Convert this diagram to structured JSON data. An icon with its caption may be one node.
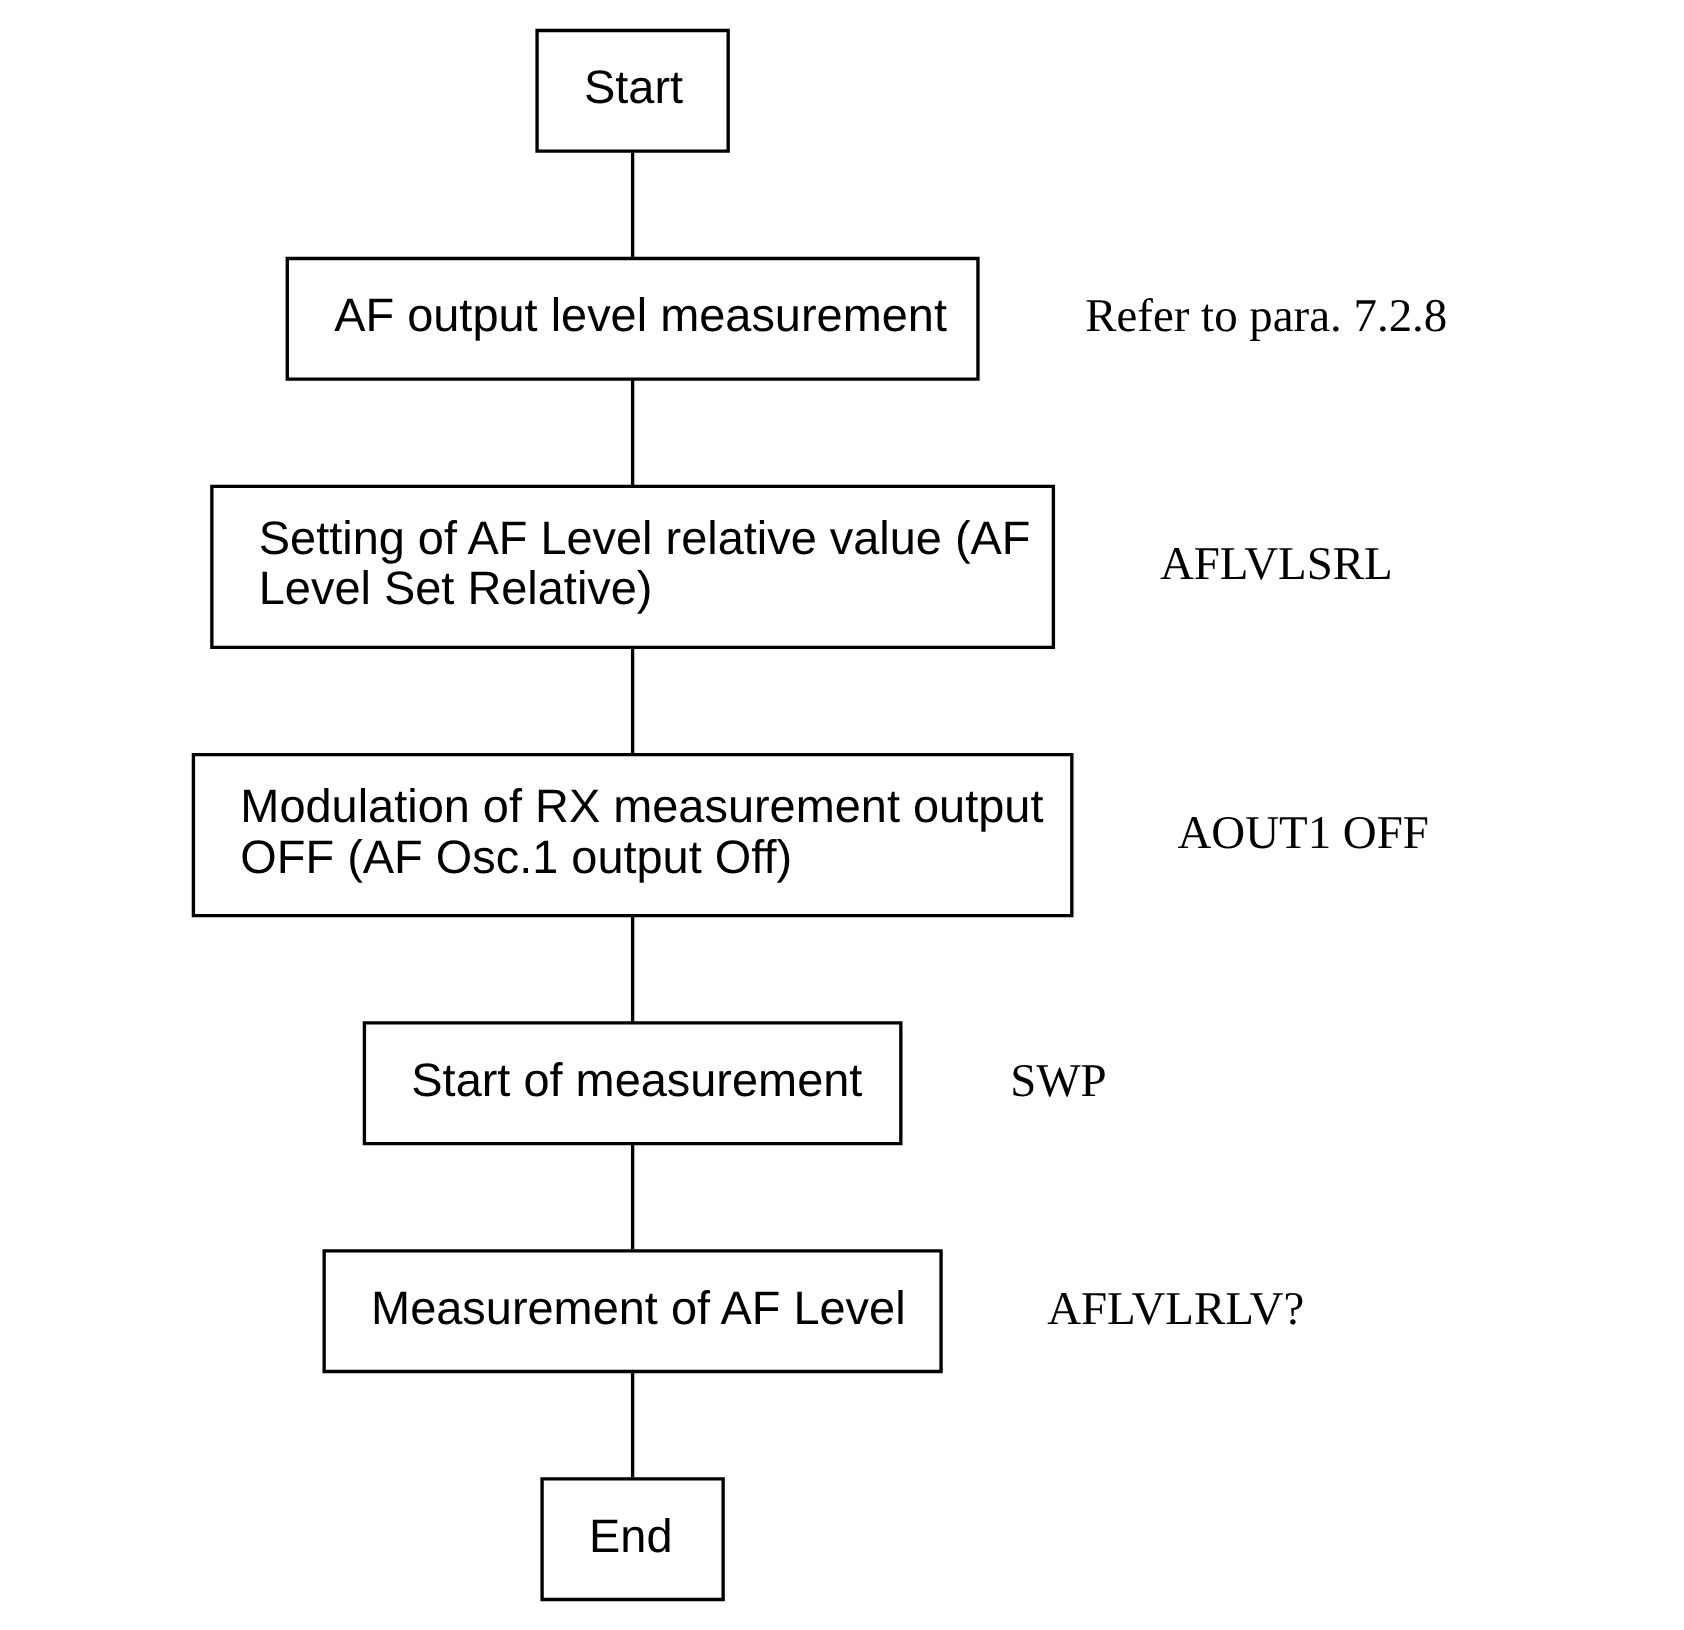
{
  "diagram": {
    "nodes": [
      {
        "text": [
          "Start"
        ]
      },
      {
        "text": [
          "AF output level measurement"
        ],
        "beside": [
          "Refer to para. 7.2.8"
        ]
      },
      {
        "text": [
          "Setting of AF Level relative value (AF Level Set Relative)"
        ],
        "beside": [
          "AFLVLSRL"
        ]
      },
      {
        "text": [
          "Modulation of RX measurement output OFF (AF Osc.1 output Off)"
        ],
        "beside": [
          "AOUT1 OFF"
        ]
      },
      {
        "text": [
          "Start of measurement"
        ],
        "beside": [
          "SWP"
        ]
      },
      {
        "text": [
          "Measurement of AF Level"
        ],
        "beside": [
          "AFLVLRLV?"
        ]
      },
      {
        "text": [
          "End"
        ]
      }
    ],
    "edges": [
      {
        "from": 0,
        "to": 1,
        "arrow": "none"
      },
      {
        "from": 1,
        "to": 2,
        "arrow": "none"
      },
      {
        "from": 2,
        "to": 3,
        "arrow": "none"
      },
      {
        "from": 3,
        "to": 4,
        "arrow": "none"
      },
      {
        "from": 4,
        "to": 5,
        "arrow": "none"
      },
      {
        "from": 5,
        "to": 6,
        "arrow": "none"
      }
    ]
  }
}
